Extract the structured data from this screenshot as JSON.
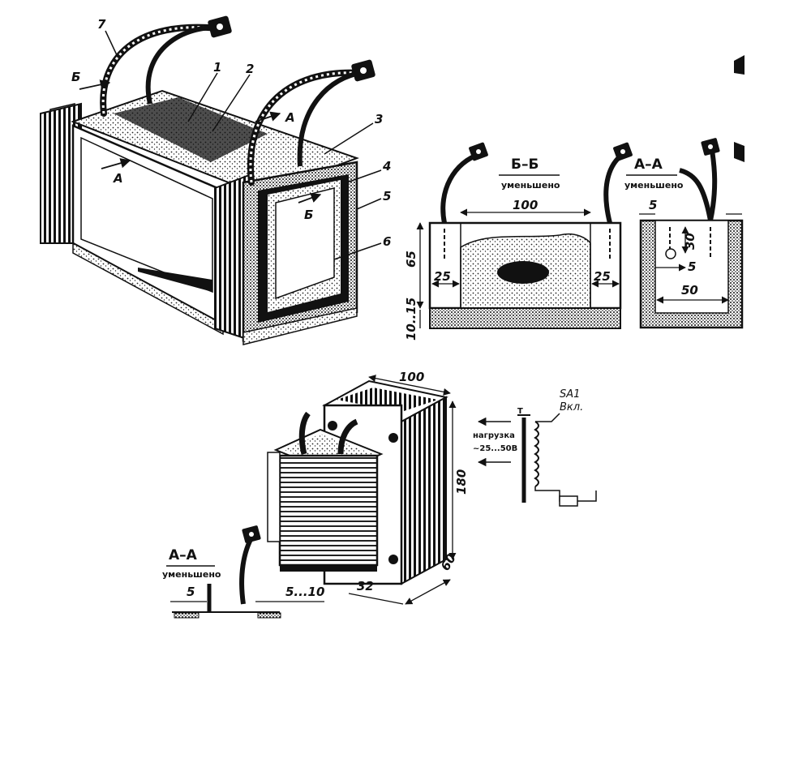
{
  "figure": {
    "callouts": [
      "1",
      "2",
      "3",
      "4",
      "5",
      "6",
      "7"
    ],
    "section_arrows": {
      "b": "Б",
      "a": "А"
    },
    "section_bb": {
      "title": "Б–Б",
      "subtitle": "уменьшено",
      "dim_width": "100",
      "dim_left": "25",
      "dim_right": "25",
      "dim_height": "65",
      "dim_base": "10..15"
    },
    "section_aa": {
      "title": "А–А",
      "subtitle": "уменьшено",
      "dim_top": "5",
      "dim_depth": "30",
      "dim_hole": "5",
      "dim_width": "50"
    },
    "section_aa_small": {
      "title": "А–А",
      "subtitle": "уменьшено",
      "dim_left": "5",
      "dim_right": "5...10"
    },
    "transformer": {
      "dim_top": "100",
      "dim_height": "180",
      "dim_depth": "60",
      "dim_bottom": "32"
    },
    "schematic": {
      "t_label": "T",
      "switch_label": "SA1",
      "switch_sub": "Вкл.",
      "load_label": "нагрузка",
      "load_voltage": "~25...50В"
    }
  }
}
